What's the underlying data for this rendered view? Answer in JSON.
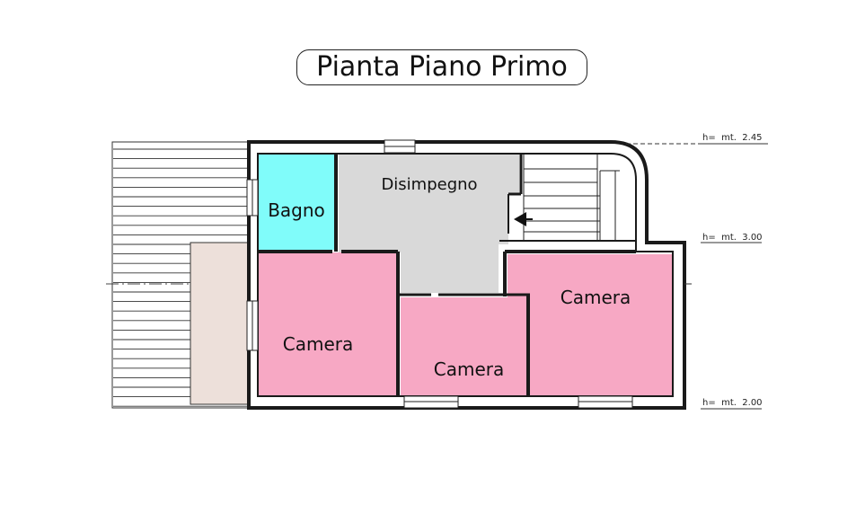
{
  "title": "Pianta Piano Primo",
  "rooms": {
    "bagno": "Bagno",
    "disimpegno": "Disimpegno",
    "camera_left": "Camera",
    "camera_center": "Camera",
    "camera_right": "Camera"
  },
  "levels": {
    "top": "h=  mt.  2.45",
    "middle": "h=  mt.  3.00",
    "bottom": "h=  mt.  2.00"
  },
  "colors": {
    "bagno": "#80fcfa",
    "disimpegno": "#d9d9d9",
    "camera": "#f7a8c4",
    "terrace": "#ede0da",
    "wall": "#1a1a1a"
  }
}
